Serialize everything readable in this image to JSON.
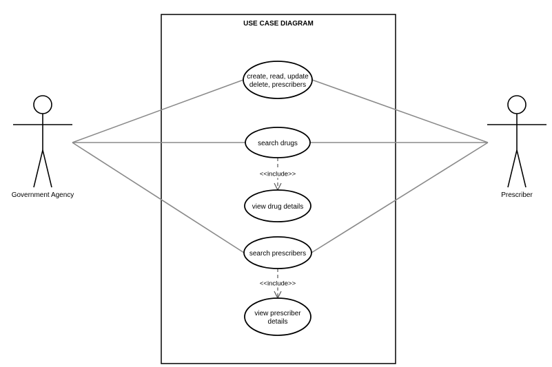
{
  "diagram": {
    "title": "USE CASE DIAGRAM"
  },
  "actors": [
    {
      "id": "gov",
      "label": "Government Agency"
    },
    {
      "id": "pres",
      "label": "Prescriber"
    }
  ],
  "use_cases": [
    {
      "id": "crud",
      "lines": [
        "create, read, update",
        "delete, prescribers"
      ]
    },
    {
      "id": "search_drugs",
      "lines": [
        "search drugs"
      ]
    },
    {
      "id": "view_drug",
      "lines": [
        "view drug details"
      ]
    },
    {
      "id": "search_pres",
      "lines": [
        "search prescribers"
      ]
    },
    {
      "id": "view_pres",
      "lines": [
        "view prescriber",
        "details"
      ]
    }
  ],
  "associations": [
    {
      "actor": "gov",
      "use_case": "crud"
    },
    {
      "actor": "gov",
      "use_case": "search_drugs"
    },
    {
      "actor": "gov",
      "use_case": "search_pres"
    },
    {
      "actor": "pres",
      "use_case": "crud"
    },
    {
      "actor": "pres",
      "use_case": "search_drugs"
    },
    {
      "actor": "pres",
      "use_case": "search_pres"
    }
  ],
  "relationships": [
    {
      "type": "include",
      "label": "<<include>>",
      "from": "search_drugs",
      "to": "view_drug"
    },
    {
      "type": "include",
      "label": "<<include>>",
      "from": "search_pres",
      "to": "view_pres"
    }
  ]
}
